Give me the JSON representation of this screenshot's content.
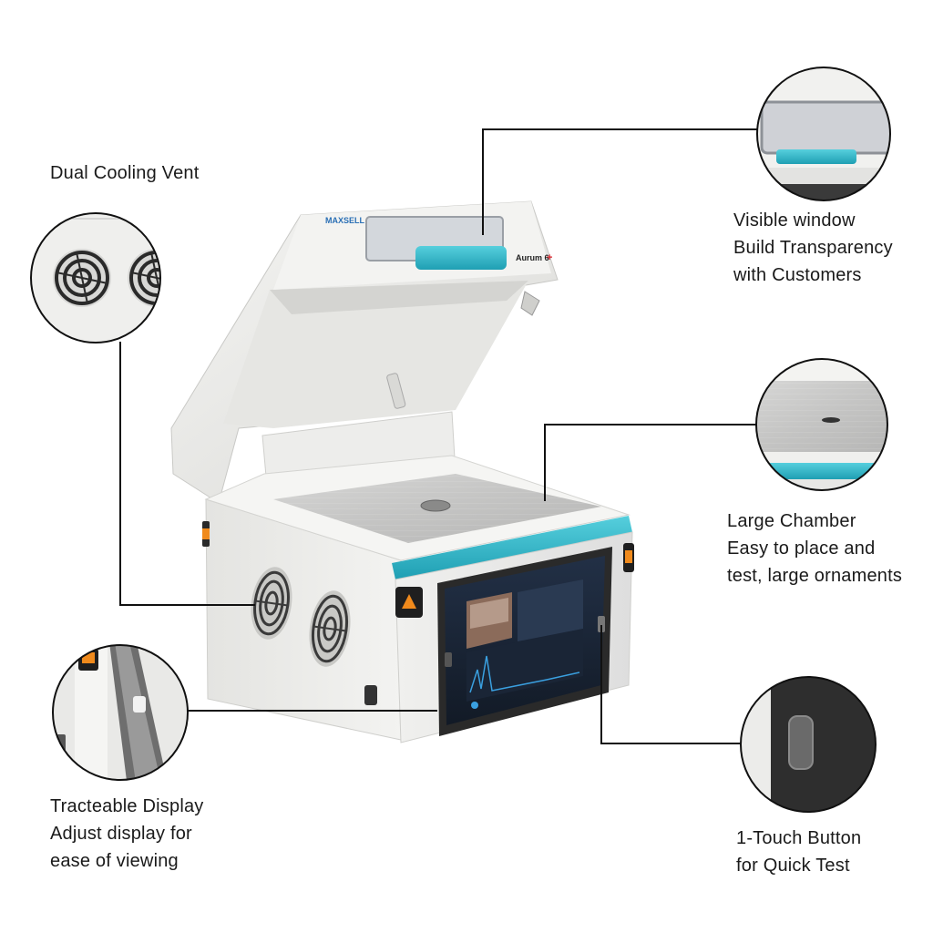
{
  "callouts": {
    "cooling": {
      "lines": [
        "Dual Cooling Vent"
      ]
    },
    "window": {
      "lines": [
        "Visible window",
        "Build Transparency",
        "with Customers"
      ]
    },
    "chamber": {
      "lines": [
        "Large Chamber",
        "Easy to place and",
        "test, large ornaments"
      ]
    },
    "display": {
      "lines": [
        "Tracteable Display",
        "Adjust display for",
        "ease of viewing"
      ]
    },
    "button": {
      "lines": [
        "1-Touch Button",
        "for Quick Test"
      ]
    }
  },
  "device": {
    "brand": "MAXSELL",
    "model": "Aurum 6",
    "model_mark": "+"
  },
  "colors": {
    "body": "#ebebea",
    "accent": "#2bb5c9",
    "screen": "#1b2431",
    "warning": "#f08a1c",
    "line": "#111111"
  }
}
